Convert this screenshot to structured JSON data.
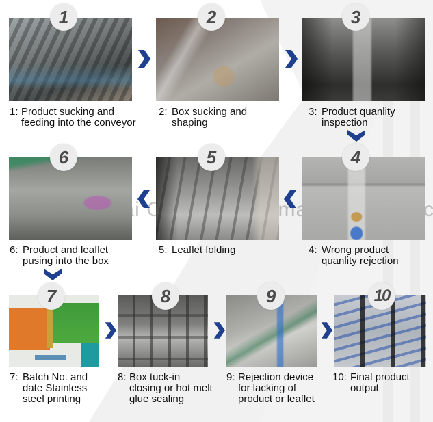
{
  "colors": {
    "arrow": "#1f3f8f",
    "badge_bg": "#ececec",
    "badge_text": "#4a4a4a",
    "caption_text": "#111111",
    "background": "#ffffff"
  },
  "watermark": "Shanghai Chinaever ... made-in-china.com",
  "steps": [
    {
      "number": "1",
      "badge": "1",
      "num_label": "1:",
      "lines": [
        "Product sucking and",
        "feeding into the conveyor"
      ],
      "photo_desc": "conveyor feeding machine"
    },
    {
      "number": "2",
      "badge": "2",
      "num_label": "2:",
      "lines": [
        "Box sucking and",
        "shaping"
      ],
      "photo_desc": "box sucking station"
    },
    {
      "number": "3",
      "badge": "3",
      "num_label": "3:",
      "lines": [
        "Product quanlity",
        "inspection"
      ],
      "photo_desc": "inspection sensor"
    },
    {
      "number": "4",
      "badge": "4",
      "num_label": "4:",
      "lines": [
        "Wrong product",
        "quanlity rejection"
      ],
      "photo_desc": "rejection air nozzle"
    },
    {
      "number": "5",
      "badge": "5",
      "num_label": "5:",
      "lines": [
        "Leaflet folding"
      ],
      "photo_desc": "leaflet folding plate"
    },
    {
      "number": "6",
      "badge": "6",
      "num_label": "6:",
      "lines": [
        "Product and leaflet",
        "pusing into the box"
      ],
      "photo_desc": "pushing station"
    },
    {
      "number": "7",
      "badge": "7",
      "num_label": "7:",
      "lines": [
        "Batch No. and",
        "date Stainless",
        "steel printing"
      ],
      "photo_desc": "embossed printing on carton"
    },
    {
      "number": "8",
      "badge": "8",
      "num_label": "8:",
      "lines": [
        "Box tuck-in",
        "closing or hot melt",
        "glue sealing"
      ],
      "photo_desc": "tuck-in closing mechanism"
    },
    {
      "number": "9",
      "badge": "9",
      "num_label": "9:",
      "lines": [
        "Rejection device",
        "for lacking of",
        "product or leaflet"
      ],
      "photo_desc": "rejection device"
    },
    {
      "number": "10",
      "badge": "10",
      "num_label": "10:",
      "lines": [
        "Final product",
        "output"
      ],
      "photo_desc": "final output conveyor"
    }
  ],
  "arrows": [
    {
      "from": "1",
      "to": "2",
      "direction": "right"
    },
    {
      "from": "2",
      "to": "3",
      "direction": "right"
    },
    {
      "from": "3",
      "to": "4",
      "direction": "down"
    },
    {
      "from": "4",
      "to": "5",
      "direction": "left"
    },
    {
      "from": "5",
      "to": "6",
      "direction": "left"
    },
    {
      "from": "6",
      "to": "7",
      "direction": "down"
    },
    {
      "from": "7",
      "to": "8",
      "direction": "right"
    },
    {
      "from": "8",
      "to": "9",
      "direction": "right"
    },
    {
      "from": "9",
      "to": "10",
      "direction": "right"
    }
  ]
}
